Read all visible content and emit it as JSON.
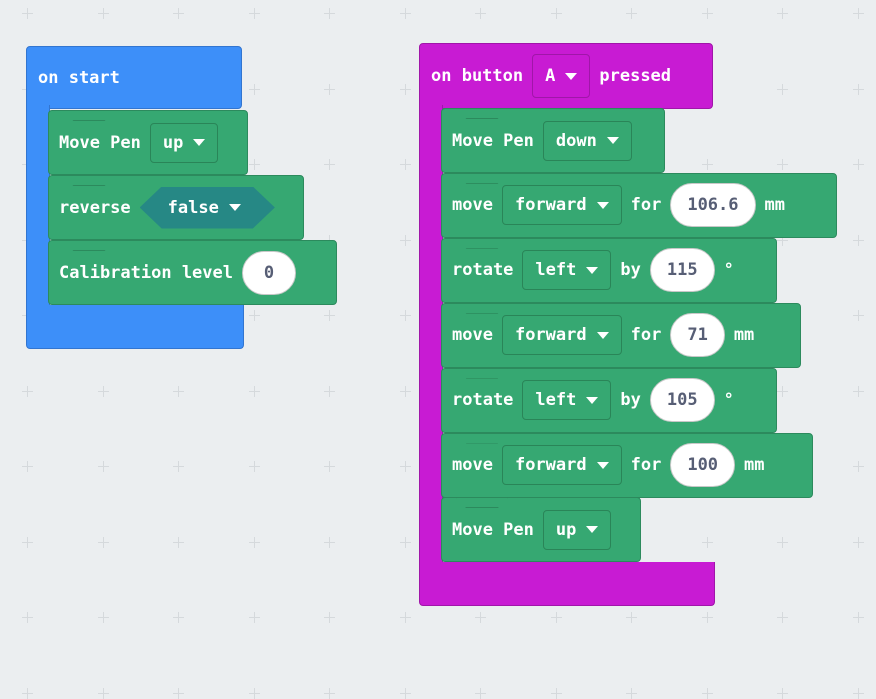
{
  "on_start": {
    "label": "on start",
    "blocks": [
      {
        "text": "Move Pen",
        "dropdown": "up"
      },
      {
        "text": "reverse",
        "dropdown": "false"
      },
      {
        "text": "Calibration level",
        "value": "0"
      }
    ]
  },
  "on_button": {
    "label_pre": "on button",
    "button": "A",
    "label_post": "pressed",
    "blocks": [
      {
        "text": "Move Pen",
        "dropdown": "down"
      },
      {
        "text": "move",
        "dropdown": "forward",
        "mid": "for",
        "value": "106.6",
        "unit": "mm"
      },
      {
        "text": "rotate",
        "dropdown": "left",
        "mid": "by",
        "value": "115",
        "unit": "°"
      },
      {
        "text": "move",
        "dropdown": "forward",
        "mid": "for",
        "value": "71",
        "unit": "mm"
      },
      {
        "text": "rotate",
        "dropdown": "left",
        "mid": "by",
        "value": "105",
        "unit": "°"
      },
      {
        "text": "move",
        "dropdown": "forward",
        "mid": "for",
        "value": "100",
        "unit": "mm"
      },
      {
        "text": "Move Pen",
        "dropdown": "up"
      }
    ]
  },
  "colors": {
    "events_blue": "#3d8ff9",
    "input_magenta": "#c81bd3",
    "block_green": "#36a872",
    "boolean_teal": "#268885",
    "workspace": "#ebeef0"
  }
}
